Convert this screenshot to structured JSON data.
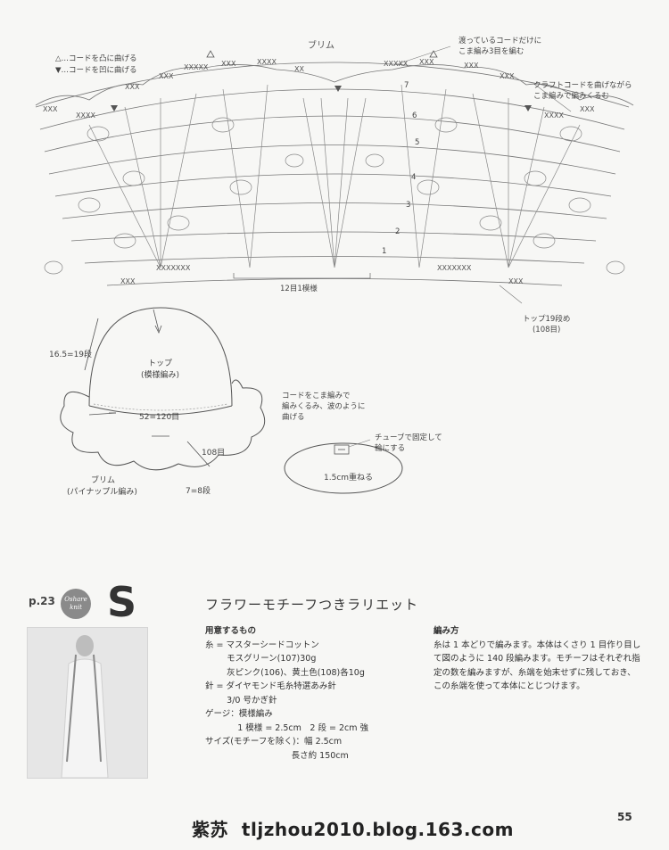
{
  "chart_labels": {
    "brim_title": "ブリム",
    "legend_convex": "△…コードを凸に曲げる",
    "legend_concave": "▼…コードを凹に曲げる",
    "note_cross_cord": "渡っているコードだけに\nこま編み3目を編む",
    "note_craft_cord": "クラフトコードを曲げながら\nこま編みで編みくるむ",
    "pattern_repeat": "12目1模様",
    "top_round": "トップ19段め\n(108目)",
    "row_numbers": [
      "1",
      "2",
      "3",
      "4",
      "5",
      "6",
      "7"
    ]
  },
  "hat": {
    "height_label": "16.5=19段",
    "top_label": "トップ",
    "top_sub": "(模様編み)",
    "circ_label": "52=120目",
    "cord_note": "コードをこま編みで\n編みくるみ、波のように\n曲げる",
    "stitches_label": "108目",
    "brim_label": "ブリム",
    "brim_sub": "(パイナップル編み)",
    "brim_depth": "7=8段"
  },
  "ring": {
    "tube_note": "チューブで固定して\n輪にする",
    "overlap_label": "1.5cm重ねる"
  },
  "item": {
    "page_ref": "p.23",
    "badge": "Oshare knit",
    "letter": "S",
    "title": "フラワーモチーフつきラリエット"
  },
  "materials": {
    "heading": "用意するもの",
    "lines": [
      "糸 = マスターシードコットン",
      "        モスグリーン(107)30g",
      "        灰ピンク(106)、黄土色(108)各10g",
      "針 = ダイヤモンド毛糸特選あみ針",
      "        3/0 号かぎ針",
      "ゲージ：模様編み",
      "            1 模様 = 2.5cm　2 段 = 2cm 強",
      "サイズ(モチーフを除く)：幅 2.5cm",
      "                                長さ約 150cm"
    ]
  },
  "instructions": {
    "heading": "編み方",
    "text": "糸は 1 本どりで編みます。本体はくさり 1 目作り目して図のように 140 段編みます。モチーフはそれぞれ指定の数を編みますが、糸端を始末せずに残しておき、この糸端を使って本体にとじつけます。"
  },
  "footer": {
    "watermark": "紫苏  tljzhou2010.blog.163.com",
    "page_number": "55"
  }
}
